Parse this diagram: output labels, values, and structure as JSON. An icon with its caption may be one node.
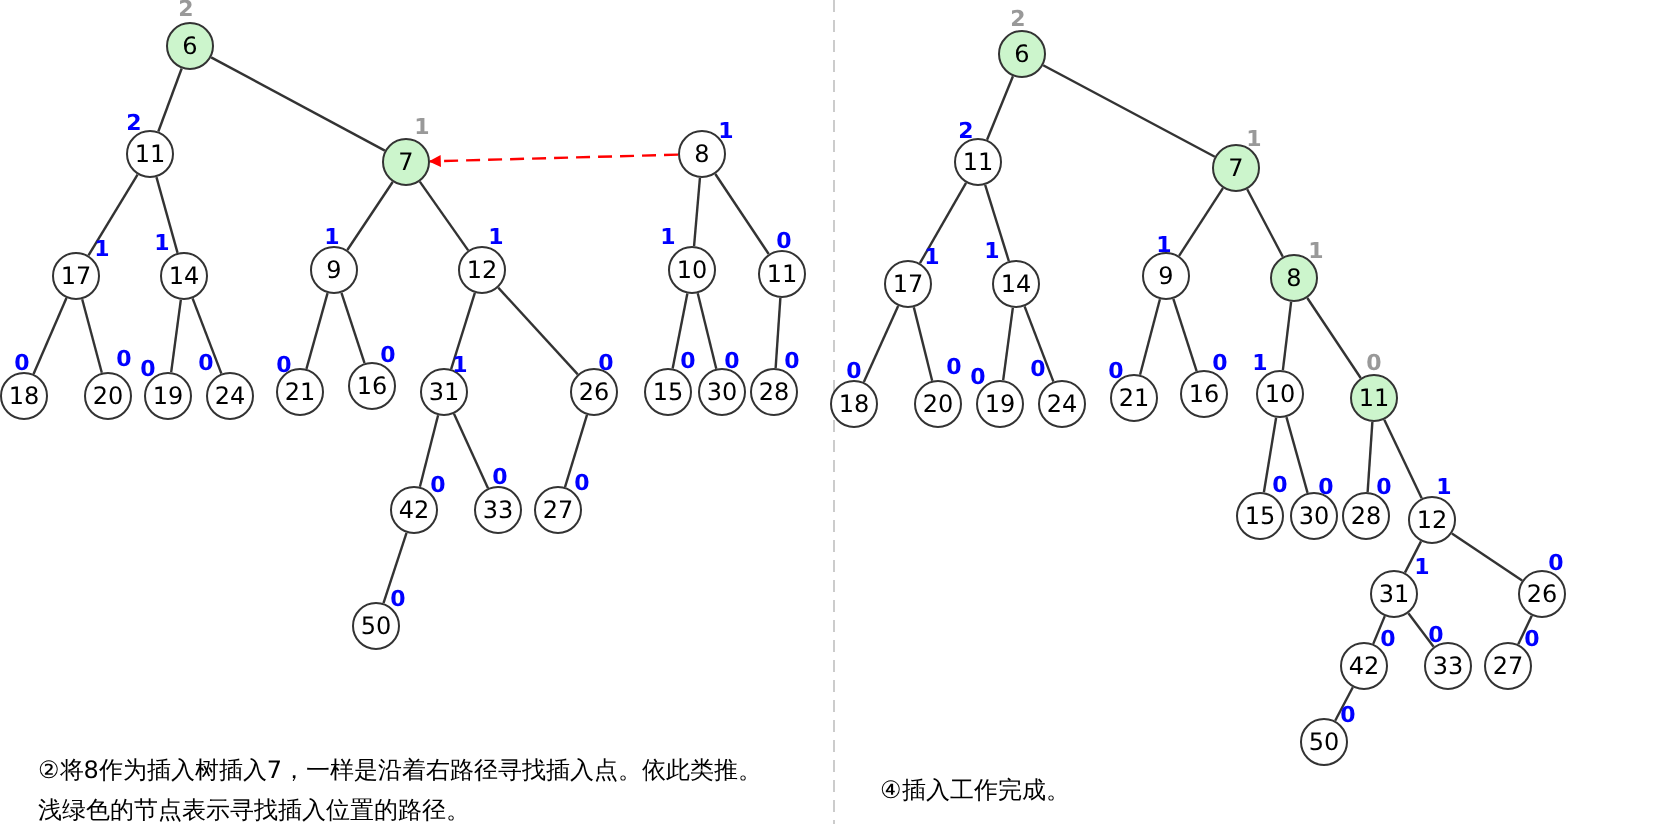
{
  "diagram": {
    "nodes": [
      {
        "text": [
          "6"
        ],
        "beside": [
          "2"
        ]
      },
      {
        "text": [
          "11"
        ],
        "beside": [
          "2"
        ]
      },
      {
        "text": [
          "7"
        ],
        "beside": [
          "1"
        ]
      },
      {
        "text": [
          "17"
        ],
        "beside": [
          "1"
        ]
      },
      {
        "text": [
          "14"
        ],
        "beside": [
          "1"
        ]
      },
      {
        "text": [
          "9"
        ],
        "beside": [
          "1"
        ]
      },
      {
        "text": [
          "12"
        ],
        "beside": [
          "1"
        ]
      },
      {
        "text": [
          "18"
        ],
        "beside": [
          "0"
        ]
      },
      {
        "text": [
          "20"
        ],
        "beside": [
          "0"
        ]
      },
      {
        "text": [
          "19"
        ],
        "beside": [
          "0"
        ]
      },
      {
        "text": [
          "24"
        ],
        "beside": [
          "0"
        ]
      },
      {
        "text": [
          "21"
        ],
        "beside": [
          "0"
        ]
      },
      {
        "text": [
          "16"
        ],
        "beside": [
          "0"
        ]
      },
      {
        "text": [
          "31"
        ],
        "beside": [
          "1"
        ]
      },
      {
        "text": [
          "26"
        ],
        "beside": [
          "0"
        ]
      },
      {
        "text": [
          "42"
        ],
        "beside": [
          "0"
        ]
      },
      {
        "text": [
          "33"
        ],
        "beside": [
          "0"
        ]
      },
      {
        "text": [
          "27"
        ],
        "beside": [
          "0"
        ]
      },
      {
        "text": [
          "50"
        ],
        "beside": [
          "0"
        ]
      },
      {
        "text": [
          "8"
        ],
        "beside": [
          "1"
        ]
      },
      {
        "text": [
          "10"
        ],
        "beside": [
          "1"
        ]
      },
      {
        "text": [
          "11"
        ],
        "beside": [
          "0"
        ]
      },
      {
        "text": [
          "15"
        ],
        "beside": [
          "0"
        ]
      },
      {
        "text": [
          "30"
        ],
        "beside": [
          "0"
        ]
      },
      {
        "text": [
          "28"
        ],
        "beside": [
          "0"
        ]
      },
      {
        "text": [
          "6"
        ],
        "beside": [
          "2"
        ]
      },
      {
        "text": [
          "11"
        ],
        "beside": [
          "2"
        ]
      },
      {
        "text": [
          "7"
        ],
        "beside": [
          "1"
        ]
      },
      {
        "text": [
          "17"
        ],
        "beside": [
          "1"
        ]
      },
      {
        "text": [
          "14"
        ],
        "beside": [
          "1"
        ]
      },
      {
        "text": [
          "9"
        ],
        "beside": [
          "1"
        ]
      },
      {
        "text": [
          "8"
        ],
        "beside": [
          "1"
        ]
      },
      {
        "text": [
          "18"
        ],
        "beside": [
          "0"
        ]
      },
      {
        "text": [
          "20"
        ],
        "beside": [
          "0"
        ]
      },
      {
        "text": [
          "19"
        ],
        "beside": [
          "0"
        ]
      },
      {
        "text": [
          "24"
        ],
        "beside": [
          "0"
        ]
      },
      {
        "text": [
          "21"
        ],
        "beside": [
          "0"
        ]
      },
      {
        "text": [
          "16"
        ],
        "beside": [
          "0"
        ]
      },
      {
        "text": [
          "10"
        ],
        "beside": [
          "1"
        ]
      },
      {
        "text": [
          "11"
        ],
        "beside": [
          "0"
        ]
      },
      {
        "text": [
          "15"
        ],
        "beside": [
          "0"
        ]
      },
      {
        "text": [
          "30"
        ],
        "beside": [
          "0"
        ]
      },
      {
        "text": [
          "28"
        ],
        "beside": [
          "0"
        ]
      },
      {
        "text": [
          "12"
        ],
        "beside": [
          "1"
        ]
      },
      {
        "text": [
          "31"
        ],
        "beside": [
          "1"
        ]
      },
      {
        "text": [
          "26"
        ],
        "beside": [
          "0"
        ]
      },
      {
        "text": [
          "42"
        ],
        "beside": [
          "0"
        ]
      },
      {
        "text": [
          "33"
        ],
        "beside": [
          "0"
        ]
      },
      {
        "text": [
          "27"
        ],
        "beside": [
          "0"
        ]
      },
      {
        "text": [
          "50"
        ],
        "beside": [
          "0"
        ]
      }
    ],
    "edges": [
      {
        "from": 0,
        "to": 1,
        "arrow": "none"
      },
      {
        "from": 0,
        "to": 2,
        "arrow": "none"
      },
      {
        "from": 1,
        "to": 3,
        "arrow": "none"
      },
      {
        "from": 1,
        "to": 4,
        "arrow": "none"
      },
      {
        "from": 2,
        "to": 5,
        "arrow": "none"
      },
      {
        "from": 2,
        "to": 6,
        "arrow": "none"
      },
      {
        "from": 3,
        "to": 7,
        "arrow": "none"
      },
      {
        "from": 3,
        "to": 8,
        "arrow": "none"
      },
      {
        "from": 4,
        "to": 9,
        "arrow": "none"
      },
      {
        "from": 4,
        "to": 10,
        "arrow": "none"
      },
      {
        "from": 5,
        "to": 11,
        "arrow": "none"
      },
      {
        "from": 5,
        "to": 12,
        "arrow": "none"
      },
      {
        "from": 6,
        "to": 13,
        "arrow": "none"
      },
      {
        "from": 6,
        "to": 14,
        "arrow": "none"
      },
      {
        "from": 13,
        "to": 15,
        "arrow": "none"
      },
      {
        "from": 13,
        "to": 16,
        "arrow": "none"
      },
      {
        "from": 14,
        "to": 17,
        "arrow": "none"
      },
      {
        "from": 15,
        "to": 18,
        "arrow": "none"
      },
      {
        "from": 19,
        "to": 20,
        "arrow": "none"
      },
      {
        "from": 19,
        "to": 21,
        "arrow": "none"
      },
      {
        "from": 20,
        "to": 22,
        "arrow": "none"
      },
      {
        "from": 20,
        "to": 23,
        "arrow": "none"
      },
      {
        "from": 21,
        "to": 24,
        "arrow": "none"
      },
      {
        "from": 19,
        "to": 2,
        "arrow": "to",
        "style": "dashed",
        "color": "#ff0000"
      },
      {
        "from": 25,
        "to": 26,
        "arrow": "none"
      },
      {
        "from": 25,
        "to": 27,
        "arrow": "none"
      },
      {
        "from": 26,
        "to": 28,
        "arrow": "none"
      },
      {
        "from": 26,
        "to": 29,
        "arrow": "none"
      },
      {
        "from": 27,
        "to": 30,
        "arrow": "none"
      },
      {
        "from": 27,
        "to": 31,
        "arrow": "none"
      },
      {
        "from": 28,
        "to": 32,
        "arrow": "none"
      },
      {
        "from": 28,
        "to": 33,
        "arrow": "none"
      },
      {
        "from": 29,
        "to": 34,
        "arrow": "none"
      },
      {
        "from": 29,
        "to": 35,
        "arrow": "none"
      },
      {
        "from": 30,
        "to": 36,
        "arrow": "none"
      },
      {
        "from": 30,
        "to": 37,
        "arrow": "none"
      },
      {
        "from": 31,
        "to": 38,
        "arrow": "none"
      },
      {
        "from": 31,
        "to": 39,
        "arrow": "none"
      },
      {
        "from": 38,
        "to": 40,
        "arrow": "none"
      },
      {
        "from": 38,
        "to": 41,
        "arrow": "none"
      },
      {
        "from": 39,
        "to": 42,
        "arrow": "none"
      },
      {
        "from": 39,
        "to": 43,
        "arrow": "none"
      },
      {
        "from": 43,
        "to": 44,
        "arrow": "none"
      },
      {
        "from": 43,
        "to": 45,
        "arrow": "none"
      },
      {
        "from": 44,
        "to": 46,
        "arrow": "none"
      },
      {
        "from": 44,
        "to": 47,
        "arrow": "none"
      },
      {
        "from": 45,
        "to": 48,
        "arrow": "none"
      },
      {
        "from": 46,
        "to": 49,
        "arrow": "none"
      }
    ],
    "labels": [
      "②将8作为插入树插入7，一样是沿着右路径寻找插入点。依此类推。",
      "浅绿色的节点表示寻找插入位置的路径。",
      "④插入工作完成。"
    ]
  }
}
